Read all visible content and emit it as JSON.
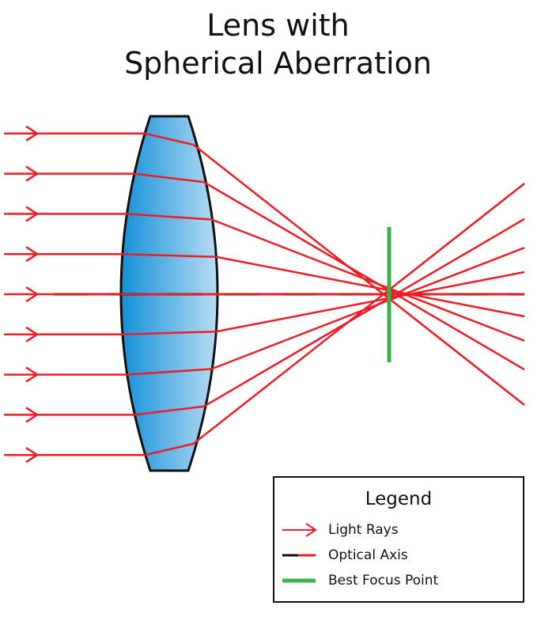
{
  "title": {
    "line1": "Lens with",
    "line2": "Spherical Aberration"
  },
  "legend": {
    "title": "Legend",
    "items": [
      {
        "label": "Light Rays",
        "icon": "red-arrow-icon"
      },
      {
        "label": "Optical Axis",
        "icon": "axis-line-icon"
      },
      {
        "label": "Best Focus Point",
        "icon": "green-line-icon"
      }
    ]
  },
  "colors": {
    "ray": "#ee1c24",
    "axis": "#111111",
    "focus": "#3cb44b",
    "lens_dark": "#1290d8",
    "lens_light": "#b8dcf3"
  },
  "ray_count": 9
}
